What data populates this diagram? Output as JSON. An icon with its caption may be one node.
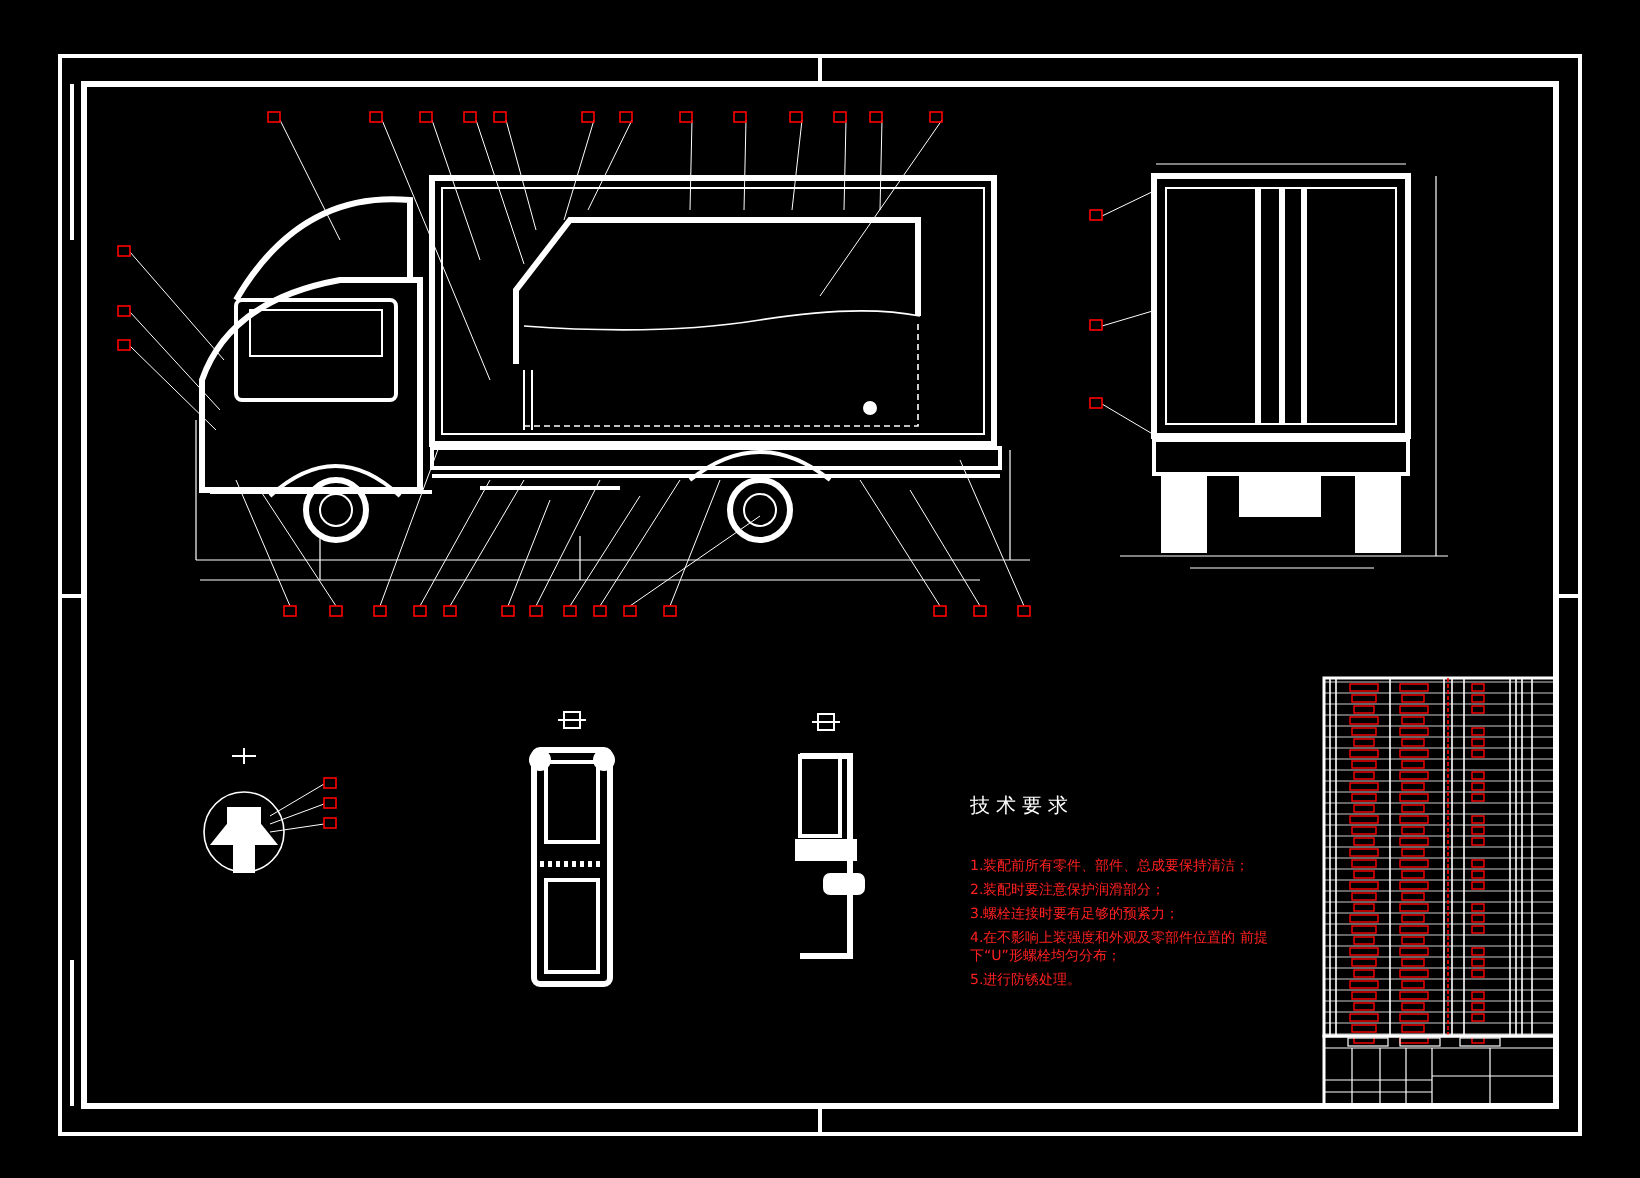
{
  "diagram": {
    "labels": [
      "技术要求",
      "1.装配前所有零件、部件、总成要保持清洁；",
      "2.装配时要注意保护润滑部分；",
      "3.螺栓连接时要有足够的预紧力；",
      "4.在不影响上装强度和外观及零部件位置的 前提下“U”形螺栓均匀分布；",
      "5.进行防锈处理。"
    ]
  }
}
